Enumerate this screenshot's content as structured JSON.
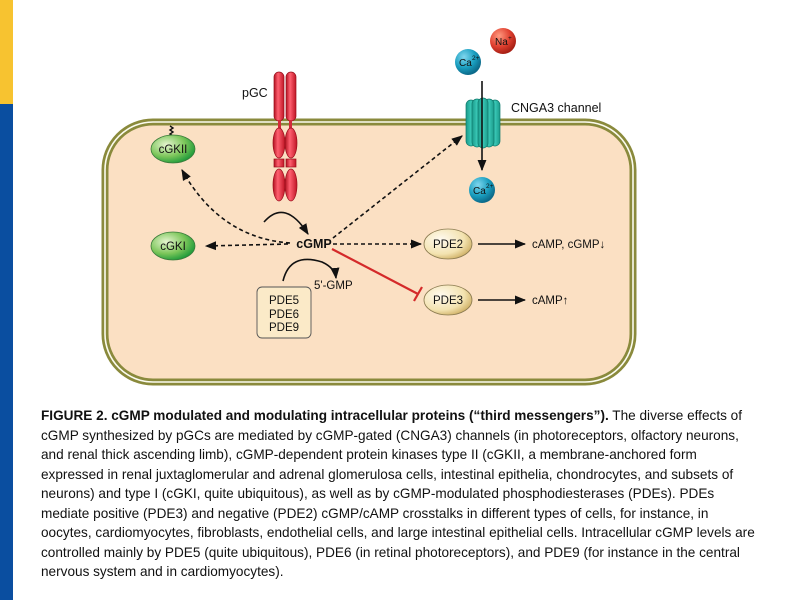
{
  "diagram": {
    "nodes": {
      "pgc": "pGC",
      "cngA3": "CNGA3 channel",
      "na_ion": {
        "base": "Na",
        "sup": "+"
      },
      "ca_ion_out": {
        "base": "Ca",
        "sup": "2+"
      },
      "ca_ion_in": {
        "base": "Ca",
        "sup": "2+"
      },
      "cgkii": "cGKII",
      "cgki": "cGKI",
      "cgmp": "cGMP",
      "gmp5": "5'-GMP",
      "pde_box": [
        "PDE5",
        "PDE6",
        "PDE9"
      ],
      "pde2": "PDE2",
      "pde3": "PDE3",
      "pde2_effect": "cAMP, cGMP↓",
      "pde3_effect": "cAMP↑"
    },
    "colors": {
      "cell_fill": "#fbe0c3",
      "membrane": "#8a8a3c",
      "pgc_red": "#e0263a",
      "channel_teal": "#27b3a3",
      "ion_blue": "#1a9fc0",
      "ion_red": "#e04030",
      "cgk_green": "#4fb848",
      "pde_tan": "#f3e3b0",
      "inhibit_red": "#d42a2a"
    }
  },
  "caption": {
    "title": "FIGURE 2. cGMP modulated and modulating intracellular proteins (“third messengers”).",
    "body": " The diverse effects of cGMP synthesized by pGCs are mediated by cGMP-gated (CNGA3) channels (in photoreceptors, olfactory neurons, and renal thick ascending limb), cGMP-dependent protein kinases type II (cGKII, a membrane-anchored form expressed in renal juxtaglomerular and adrenal glomerulosa cells, intestinal epithelia, chondrocytes, and subsets of neurons) and type I (cGKI, quite ubiquitous), as well as by cGMP-modulated phosphodiesterases (PDEs). PDEs mediate positive (PDE3) and negative (PDE2) cGMP/cAMP crosstalks in different types of cells, for instance, in oocytes, cardiomyocytes, fibroblasts, endothelial cells, and large intestinal epithelial cells. Intracellular cGMP levels are controlled mainly by PDE5 (quite ubiquitous), PDE6 (in retinal photoreceptors), and PDE9 (for instance in the central nervous system and in cardiomyocytes)."
  }
}
